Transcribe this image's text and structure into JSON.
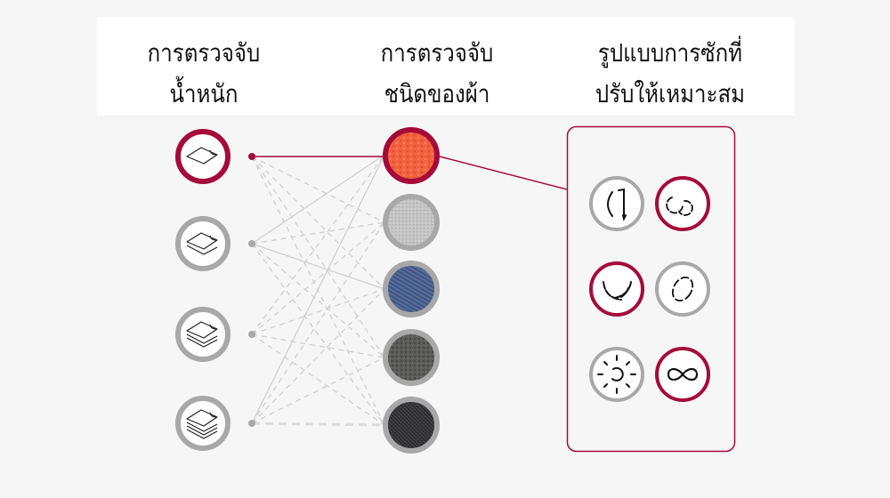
{
  "header": {
    "columns": [
      {
        "line1": "การตรวจจับ",
        "line2": "น้ำหนัก"
      },
      {
        "line1": "การตรวจจับ",
        "line2": "ชนิดของผ้า"
      },
      {
        "line1": "รูปแบบการซักที่",
        "line2": "ปรับให้เหมาะสม"
      }
    ]
  },
  "colors": {
    "accent": "#a50a3a",
    "inactive_ring": "#a8a8a8",
    "background": "#f6f6f6",
    "dashed_line": "#cfcfcf"
  },
  "weight_levels": [
    {
      "icon": "single-laundry-sheet-icon",
      "active": true
    },
    {
      "icon": "double-laundry-stack-icon",
      "active": false
    },
    {
      "icon": "triple-laundry-stack-icon",
      "active": false
    },
    {
      "icon": "quad-laundry-stack-icon",
      "active": false
    }
  ],
  "fabric_types": [
    {
      "swatch": "orange-red-mesh",
      "color": "#f0603f",
      "active": true
    },
    {
      "swatch": "light-gray-linen",
      "color": "#c2c2c2",
      "active": false
    },
    {
      "swatch": "blue-denim",
      "color": "#4a5f8c",
      "active": false
    },
    {
      "swatch": "dark-gray-wool",
      "color": "#5a5a58",
      "active": false
    },
    {
      "swatch": "charcoal-knit",
      "color": "#38383b",
      "active": false
    }
  ],
  "wash_motions": [
    {
      "icon": "rolling-motion-icon",
      "active": false
    },
    {
      "icon": "swing-rotation-icon",
      "active": true
    },
    {
      "icon": "swing-motion-icon",
      "active": true
    },
    {
      "icon": "tumble-circle-icon",
      "active": false
    },
    {
      "icon": "scrubbing-spin-icon",
      "active": false
    },
    {
      "icon": "infinity-motion-icon",
      "active": true
    }
  ]
}
